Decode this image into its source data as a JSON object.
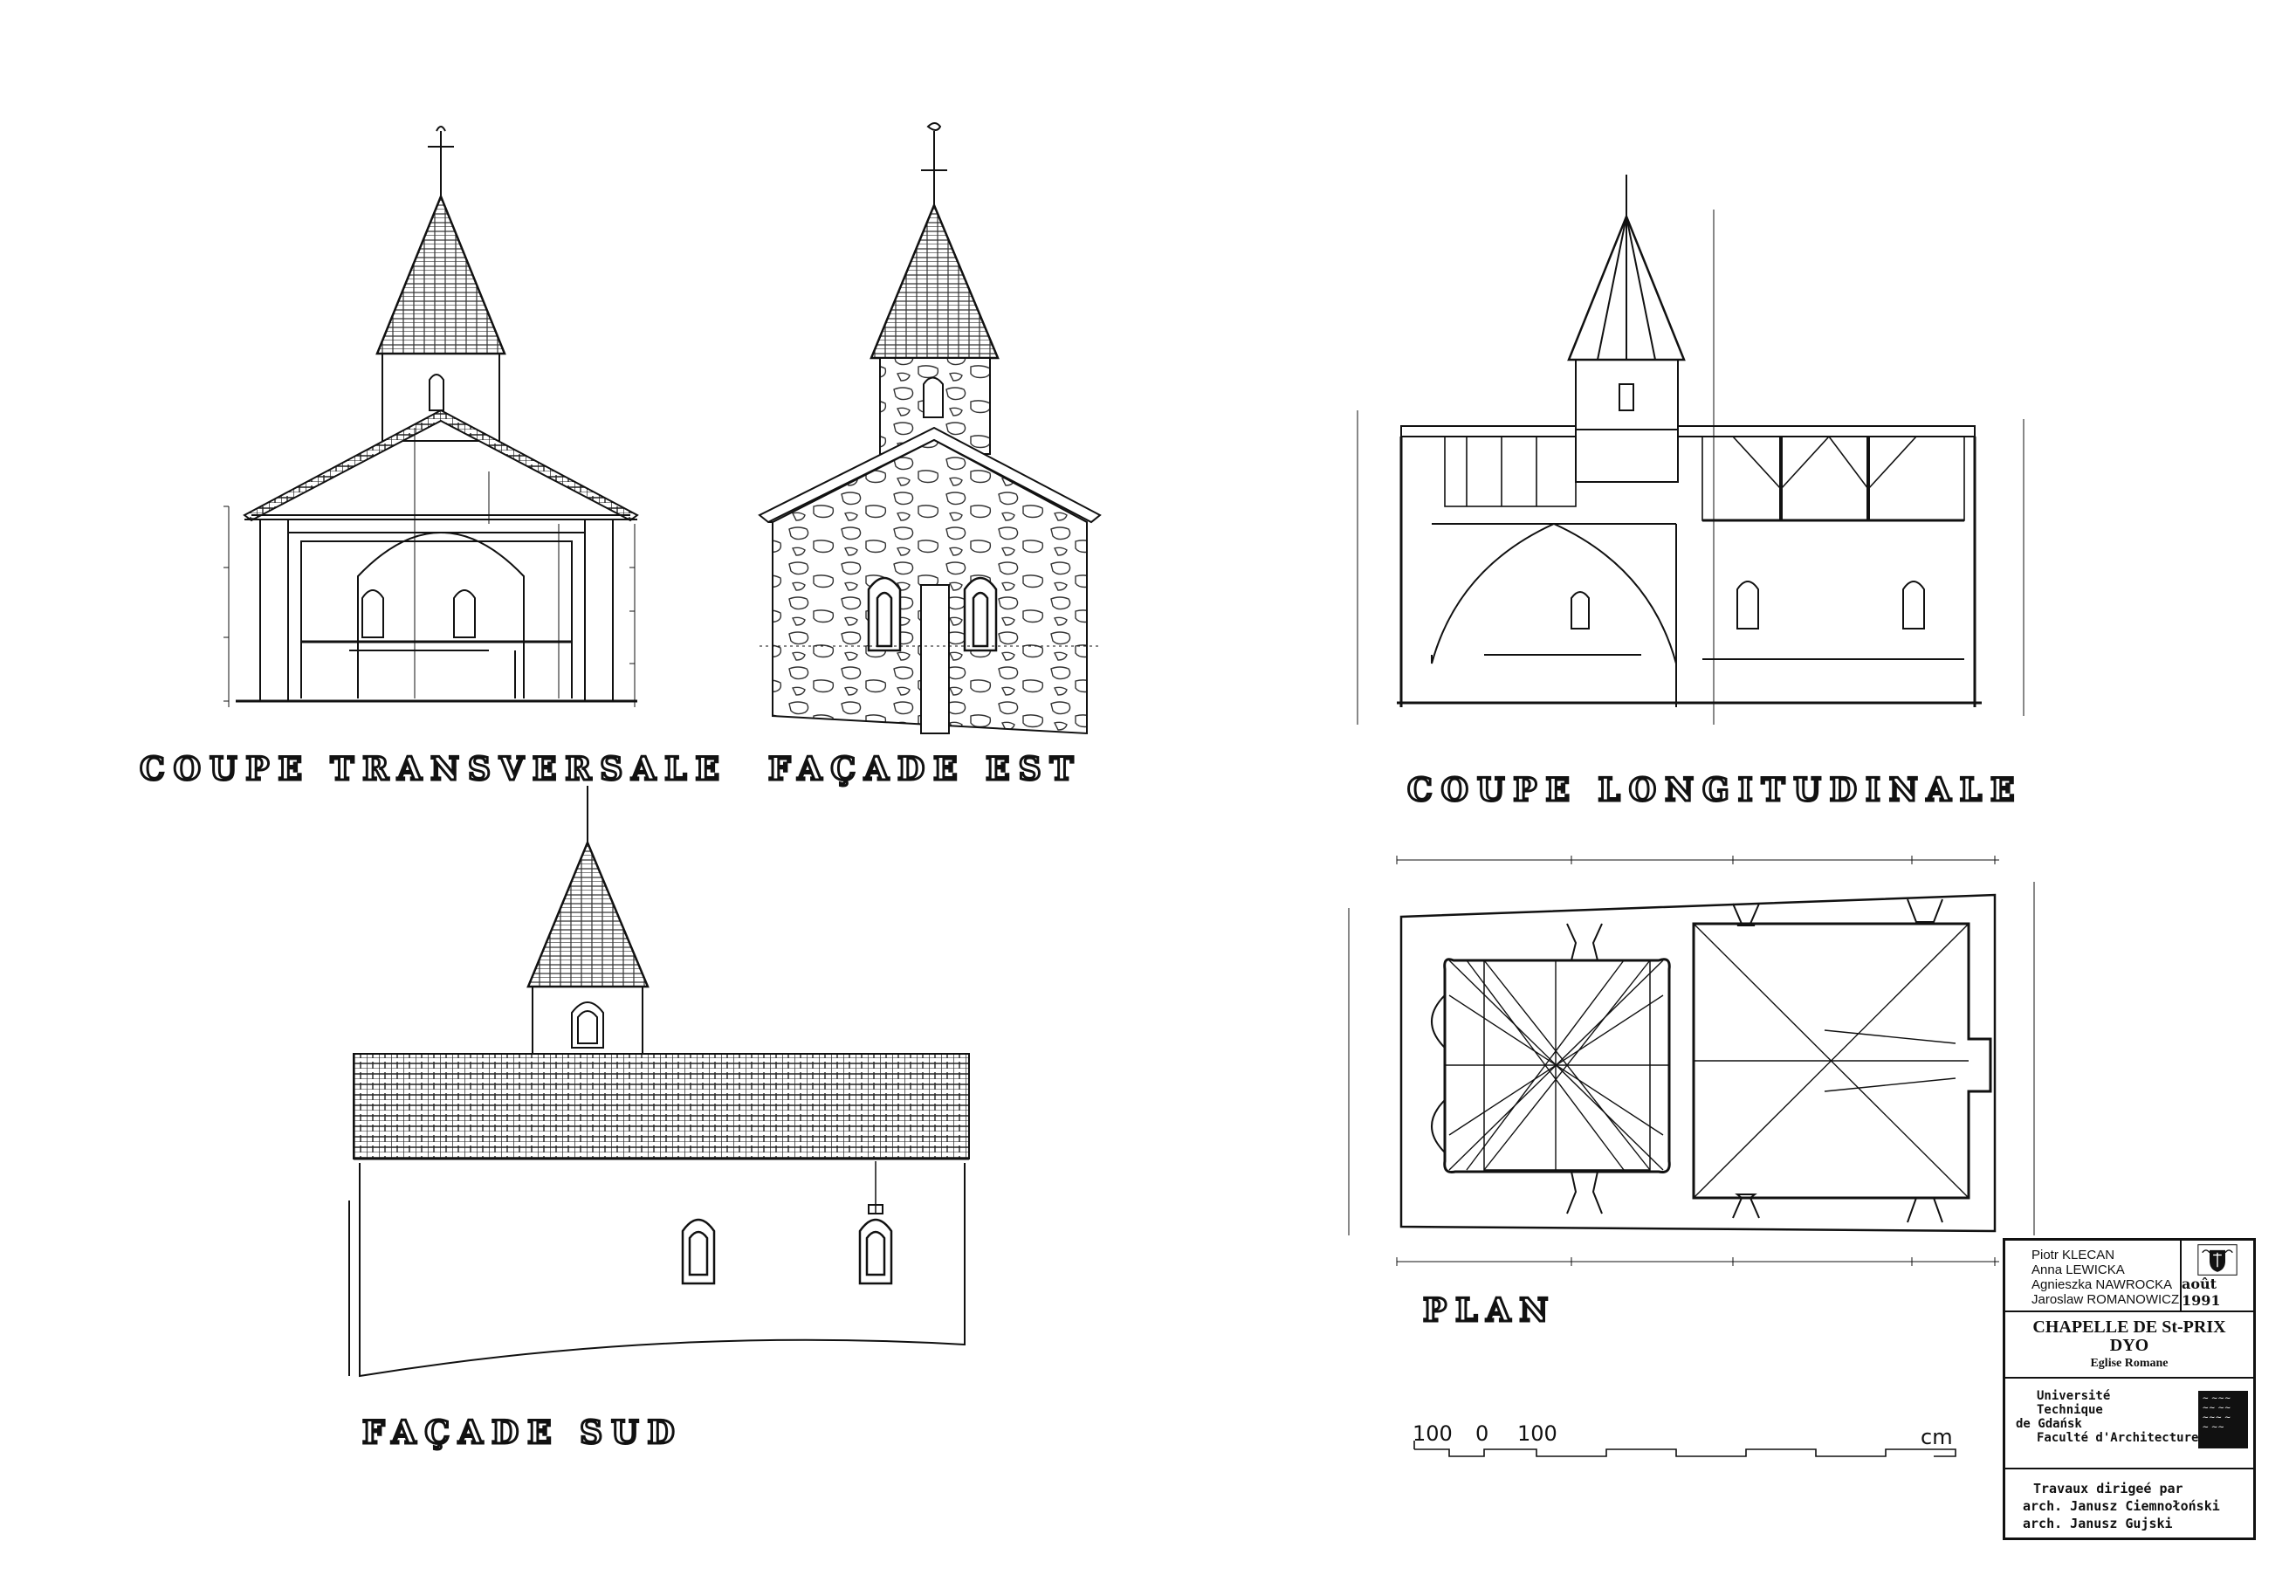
{
  "drawing_titles": {
    "coupe_transversale": "COUPE TRANSVERSALE",
    "facade_est": "FAÇADE EST",
    "coupe_longitudinale": "COUPE LONGITUDINALE",
    "facade_sud": "FAÇADE SUD",
    "plan": "PLAN"
  },
  "scale_bar": {
    "labels": [
      "100",
      "0",
      "100"
    ],
    "unit": "cm"
  },
  "title_block": {
    "authors": [
      "Piotr KLECAN",
      "Anna LEWICKA",
      "Agnieszka NAWROCKA",
      "Jaroslaw ROMANOWICZ"
    ],
    "seal_date": "août 1991",
    "title_line1": "CHAPELLE DE St-PRIX",
    "title_line2": "DYO",
    "subtitle": "Eglise Romane",
    "university_lines": [
      "Université",
      "Technique",
      "de Gdańsk",
      "Faculté d'Architecture"
    ],
    "directed_by_label": "Travaux dirigeé par",
    "directors": [
      "arch. Janusz Ciemnołoński",
      "arch. Janusz Gujski"
    ]
  },
  "colors": {
    "ink": "#111111",
    "paper": "#ffffff"
  }
}
